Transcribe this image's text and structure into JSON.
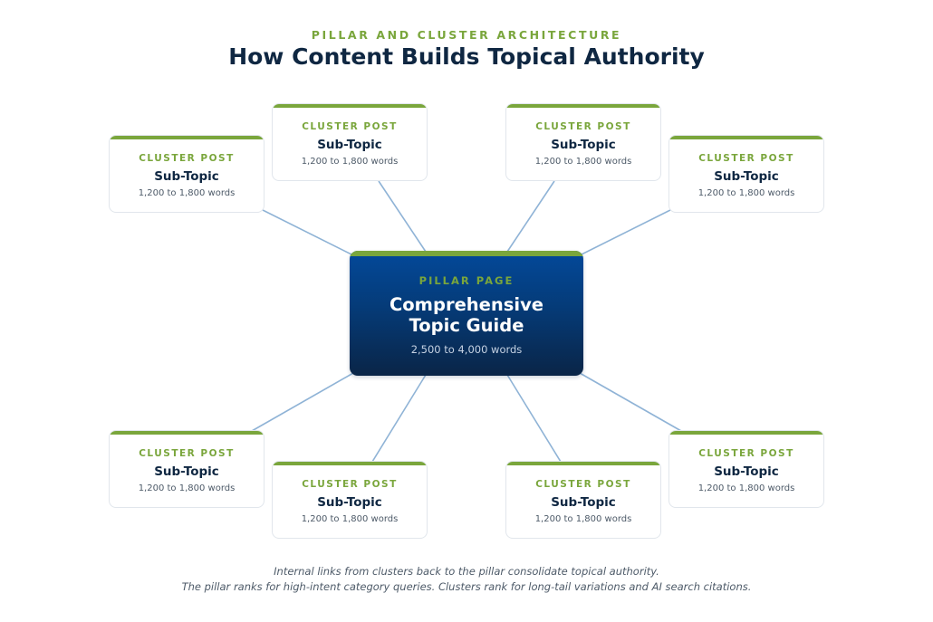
{
  "header": {
    "kicker": "PILLAR AND CLUSTER ARCHITECTURE",
    "title": "How Content Builds Topical Authority"
  },
  "pillar": {
    "tag": "PILLAR PAGE",
    "title_line1": "Comprehensive",
    "title_line2": "Topic Guide",
    "words": "2,500 to 4,000 words"
  },
  "clusters": [
    {
      "tag": "CLUSTER POST",
      "title": "Sub-Topic",
      "words": "1,200 to 1,800 words"
    },
    {
      "tag": "CLUSTER POST",
      "title": "Sub-Topic",
      "words": "1,200 to 1,800 words"
    },
    {
      "tag": "CLUSTER POST",
      "title": "Sub-Topic",
      "words": "1,200 to 1,800 words"
    },
    {
      "tag": "CLUSTER POST",
      "title": "Sub-Topic",
      "words": "1,200 to 1,800 words"
    },
    {
      "tag": "CLUSTER POST",
      "title": "Sub-Topic",
      "words": "1,200 to 1,800 words"
    },
    {
      "tag": "CLUSTER POST",
      "title": "Sub-Topic",
      "words": "1,200 to 1,800 words"
    },
    {
      "tag": "CLUSTER POST",
      "title": "Sub-Topic",
      "words": "1,200 to 1,800 words"
    },
    {
      "tag": "CLUSTER POST",
      "title": "Sub-Topic",
      "words": "1,200 to 1,800 words"
    }
  ],
  "footer": {
    "line1": "Internal links from clusters back to the pillar consolidate topical authority.",
    "line2": "The pillar ranks for high-intent category queries. Clusters rank for long-tail variations and AI search citations."
  },
  "colors": {
    "accent_green": "#7aa63c",
    "navy": "#0f2742",
    "connector": "#8fb3d6"
  }
}
